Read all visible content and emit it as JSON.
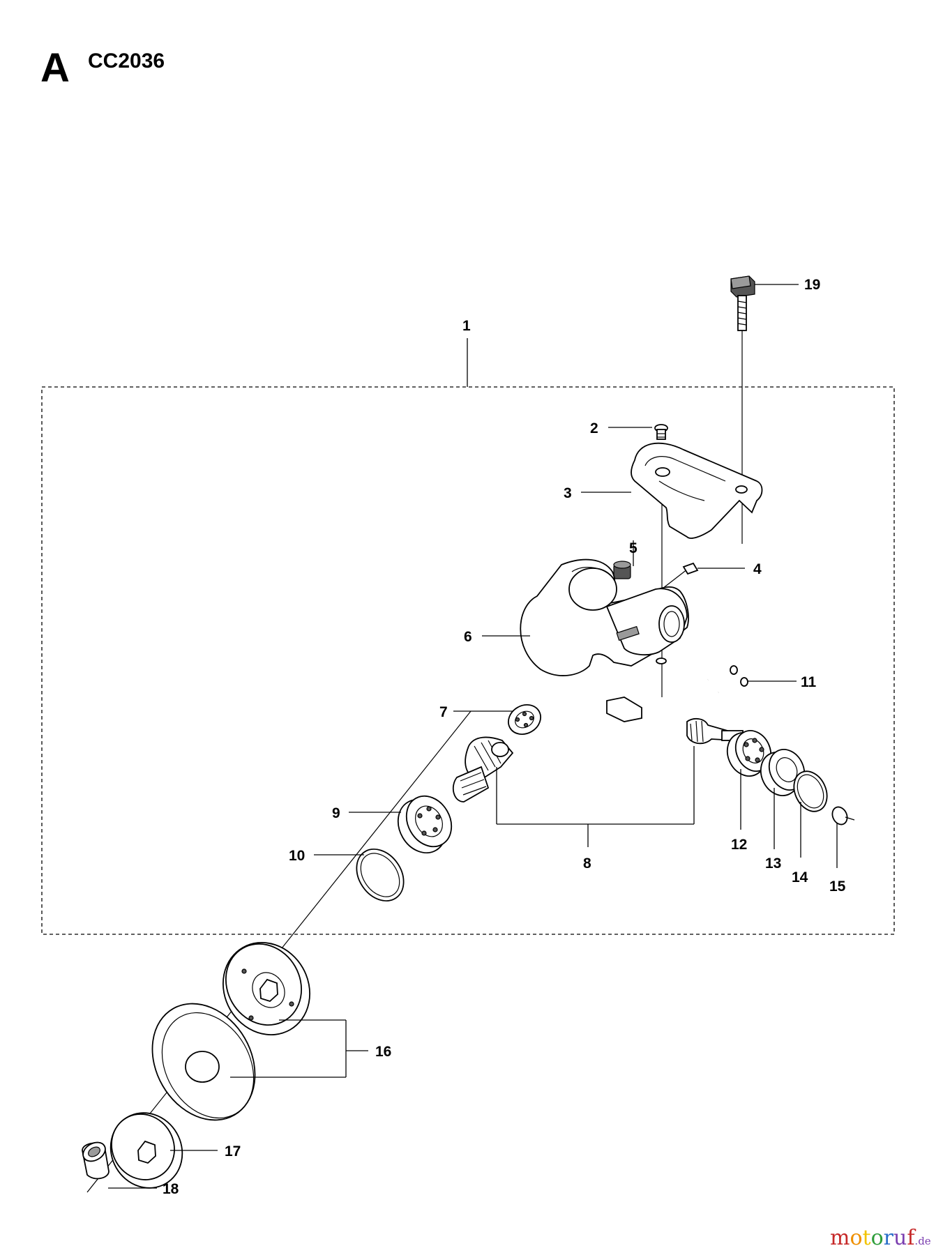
{
  "header": {
    "section_letter": "A",
    "model_code": "CC2036"
  },
  "parts": [
    {
      "id": "1",
      "label": "1"
    },
    {
      "id": "2",
      "label": "2"
    },
    {
      "id": "3",
      "label": "3"
    },
    {
      "id": "4",
      "label": "4"
    },
    {
      "id": "5",
      "label": "5"
    },
    {
      "id": "6",
      "label": "6"
    },
    {
      "id": "7",
      "label": "7"
    },
    {
      "id": "8",
      "label": "8"
    },
    {
      "id": "9",
      "label": "9"
    },
    {
      "id": "10",
      "label": "10"
    },
    {
      "id": "11",
      "label": "11"
    },
    {
      "id": "12",
      "label": "12"
    },
    {
      "id": "13",
      "label": "13"
    },
    {
      "id": "14",
      "label": "14"
    },
    {
      "id": "15",
      "label": "15"
    },
    {
      "id": "16",
      "label": "16"
    },
    {
      "id": "17",
      "label": "17"
    },
    {
      "id": "18",
      "label": "18"
    },
    {
      "id": "19",
      "label": "19"
    }
  ],
  "watermark": {
    "letters": [
      "m",
      "o",
      "t",
      "o",
      "r",
      "u",
      "f"
    ],
    "suffix": ".de",
    "colors": [
      "#c62828",
      "#ef8f00",
      "#f2c400",
      "#2e9d3a",
      "#2a6fc9",
      "#7b3fb0",
      "#c62828"
    ]
  }
}
